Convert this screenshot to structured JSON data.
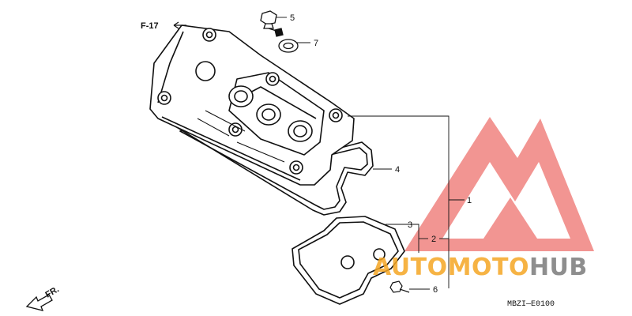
{
  "diagram": {
    "page_ref": "F-17",
    "front_marker": "FR.",
    "drawing_code": "MBZI—E0100",
    "callouts": [
      "1",
      "2",
      "3",
      "4",
      "5",
      "6",
      "7"
    ]
  },
  "watermark": {
    "brand_part1": "AUTOMOTO",
    "brand_part2": "HUB",
    "color_orange": "#f5a623",
    "color_gray": "#7a7a7a",
    "color_red": "#e8403a"
  }
}
